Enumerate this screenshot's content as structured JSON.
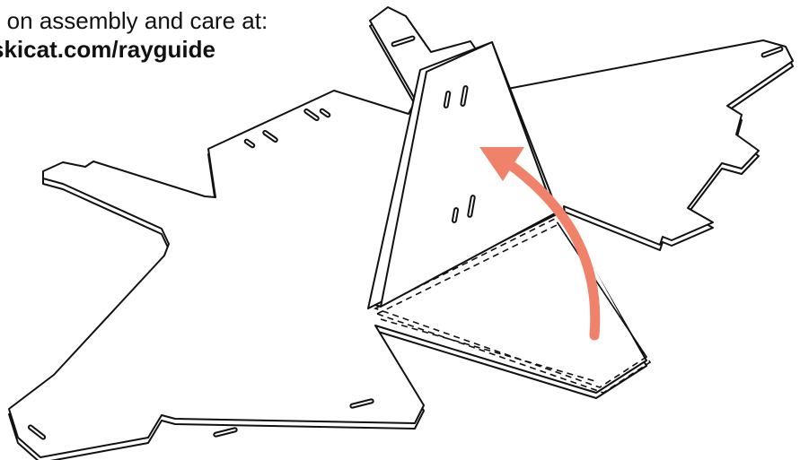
{
  "caption": {
    "line1": "o on assembly and care at:",
    "line2": "skicat.com/rayguide"
  },
  "colors": {
    "outline": "#111111",
    "arrow": "#f0826c",
    "background": "#ffffff"
  },
  "icons": {
    "arrow": "curved-fold-up-arrow"
  }
}
